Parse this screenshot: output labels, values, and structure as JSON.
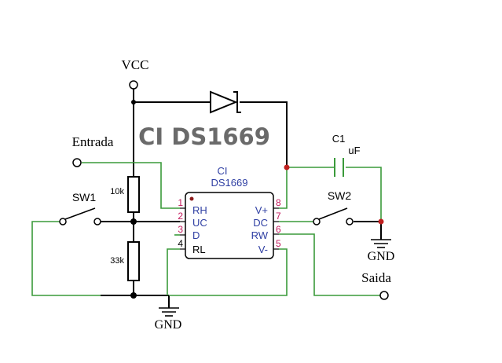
{
  "diagram": {
    "title": "CI DS1669",
    "labels": {
      "vcc": "VCC",
      "entrada": "Entrada",
      "saida": "Saida",
      "gnd_left": "GND",
      "gnd_right": "GND",
      "sw1": "SW1",
      "sw2": "SW2",
      "r_top": "10k",
      "r_bottom": "33k",
      "cap_name": "C1",
      "cap_unit": "uF"
    },
    "ic": {
      "line1": "CI",
      "line2": "DS1669",
      "left_pins": [
        {
          "num": "1",
          "name": "RH"
        },
        {
          "num": "2",
          "name": "UC"
        },
        {
          "num": "3",
          "name": "D"
        },
        {
          "num": "4",
          "name": "RL"
        }
      ],
      "right_pins": [
        {
          "num": "8",
          "name": "V+"
        },
        {
          "num": "7",
          "name": "DC"
        },
        {
          "num": "6",
          "name": "RW"
        },
        {
          "num": "5",
          "name": "V-"
        }
      ]
    },
    "colors": {
      "wire_black": "#000000",
      "wire_green": "#3a9a3a",
      "ic_text": "#2f3fa3",
      "pin_number": "#c2185b",
      "title": "#6a6a6a"
    }
  }
}
